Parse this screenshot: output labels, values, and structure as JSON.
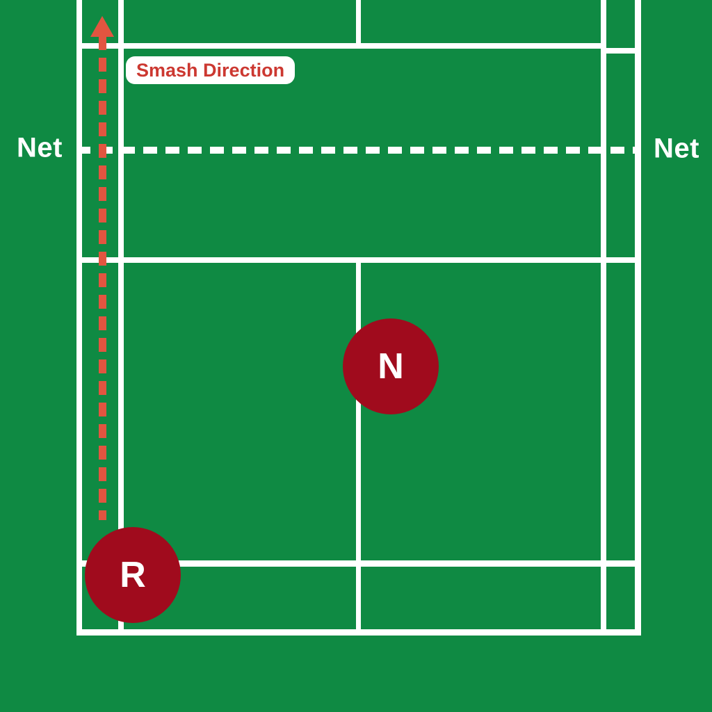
{
  "labels": {
    "smash_direction": "Smash Direction",
    "net_left": "Net",
    "net_right": "Net",
    "marker_n": "N",
    "marker_r": "R"
  },
  "colors": {
    "court_green": "#0F8A43",
    "line_white": "#FFFFFF",
    "marker_red": "#A00B1D",
    "arrow_red": "#E25540",
    "smash_text_red": "#CC3831",
    "label_box_bg": "#FFFFFF"
  }
}
